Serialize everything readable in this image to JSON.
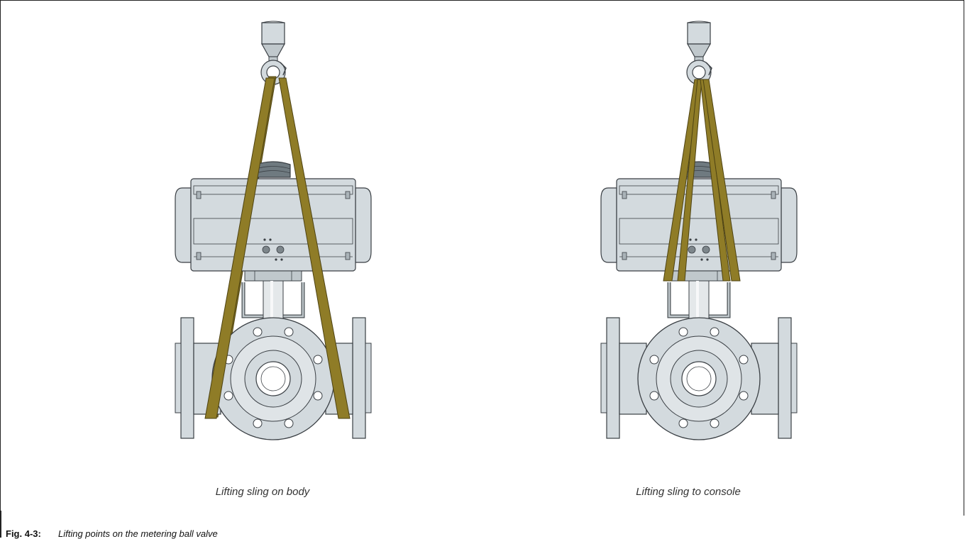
{
  "figure": {
    "label": "Fig. 4-3:",
    "caption": "Lifting points on the metering ball valve"
  },
  "panels": [
    {
      "caption": "Lifting sling on body"
    },
    {
      "caption": "Lifting sling to console"
    }
  ],
  "colors": {
    "body_fill": "#d3dade",
    "outline": "#3a3f44",
    "sling": "#8f7c27",
    "sling_edge": "#4d4212",
    "stem": "#c8ced2",
    "dark_cap": "#6f7a80"
  }
}
